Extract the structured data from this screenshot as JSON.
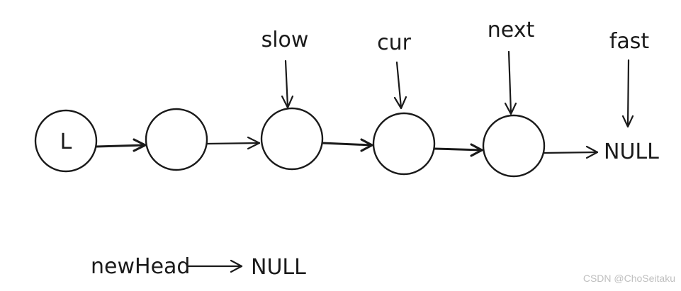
{
  "nodes": [
    {
      "label": "L"
    },
    {
      "label": ""
    },
    {
      "label": ""
    },
    {
      "label": ""
    },
    {
      "label": ""
    }
  ],
  "null_label": "NULL",
  "pointers": {
    "slow": "slow",
    "cur": "cur",
    "next": "next",
    "fast": "fast"
  },
  "new_head": {
    "label": "newHead",
    "target": "NULL"
  },
  "watermark": "CSDN @ChoSeitaku",
  "colors": {
    "ink": "#1a1a1a",
    "watermark": "#bfbfbf"
  }
}
